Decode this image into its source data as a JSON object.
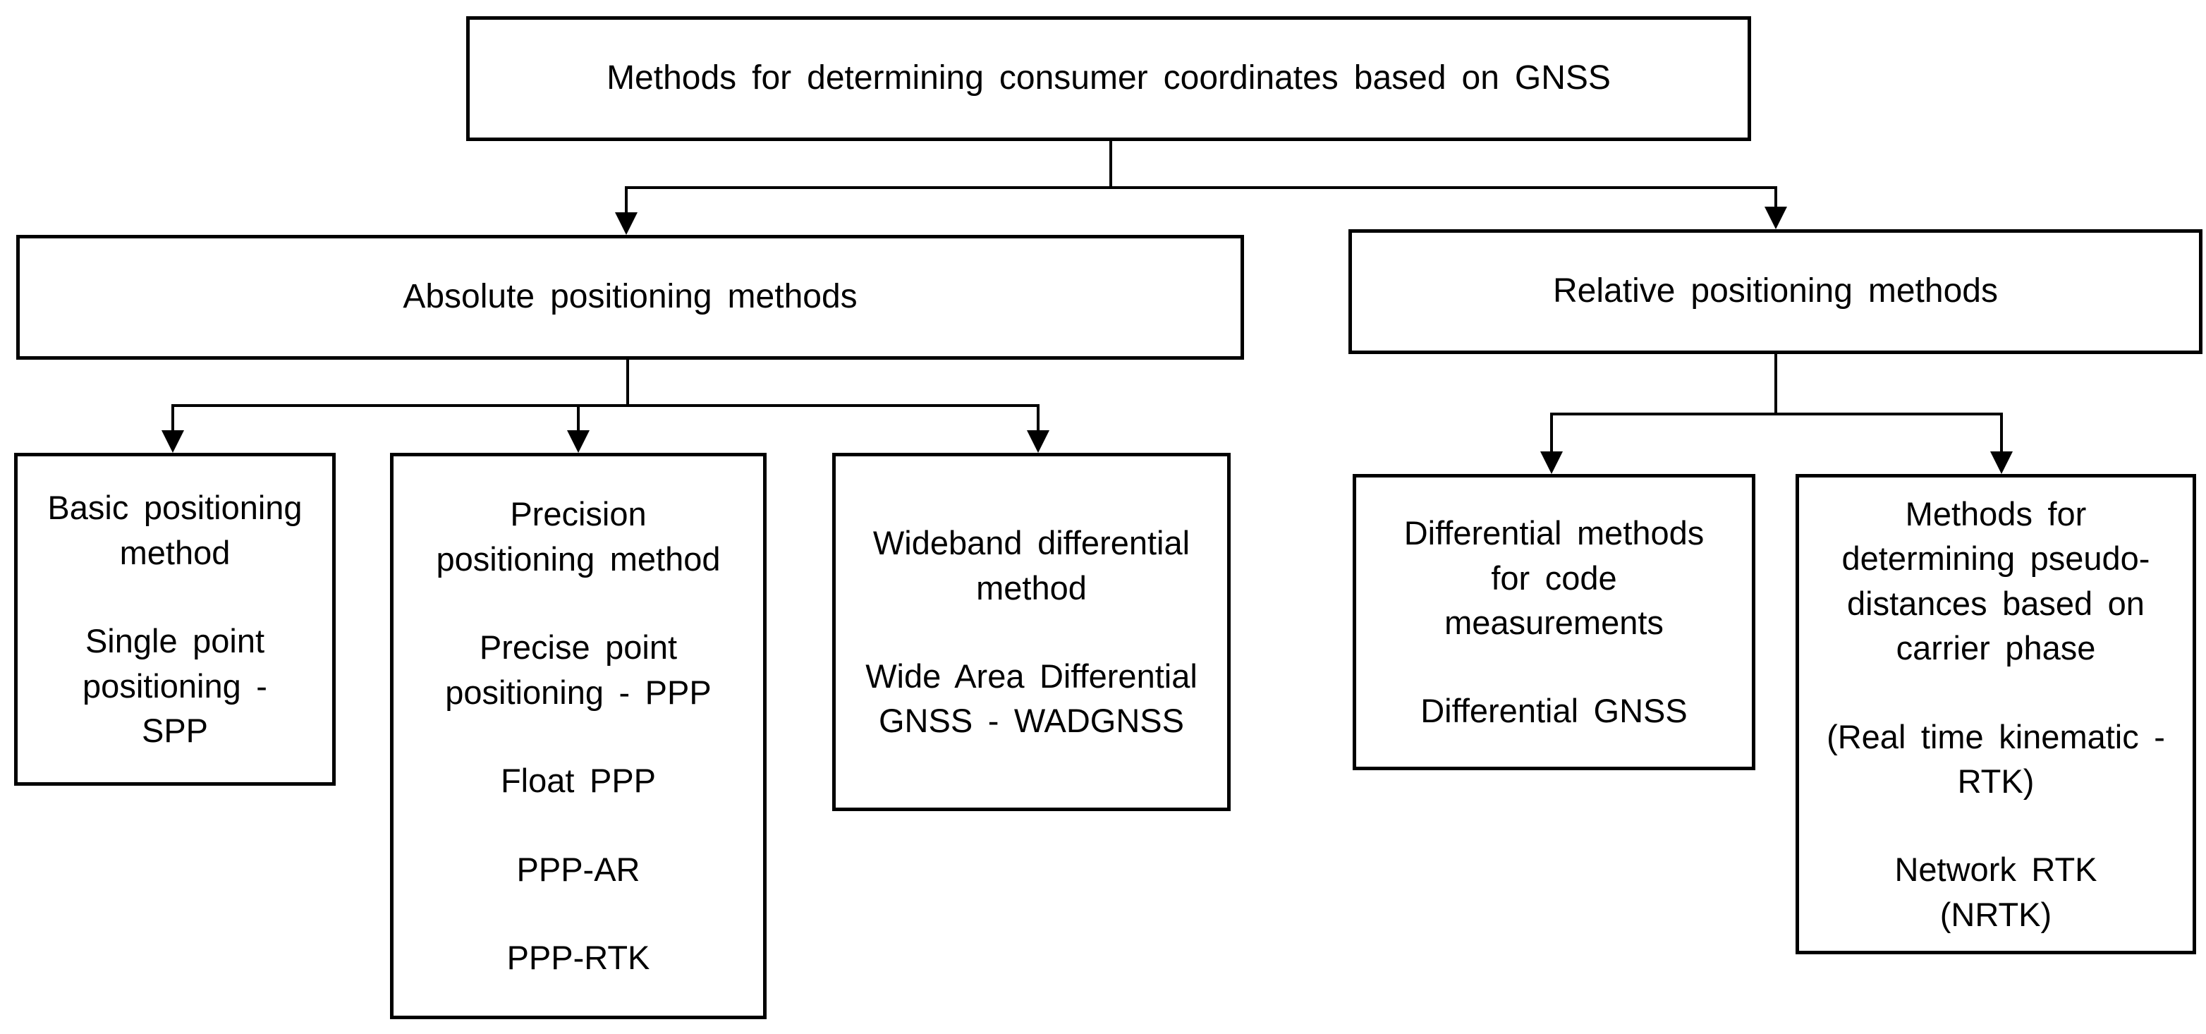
{
  "diagram": {
    "title": "Methods for determining consumer coordinates based on GNSS",
    "nodes": {
      "root": {
        "text": "Methods for determining consumer coordinates based on GNSS"
      },
      "absolute": {
        "text": "Absolute positioning methods"
      },
      "relative": {
        "text": "Relative positioning methods"
      },
      "basic": {
        "p": [
          "Basic positioning\nmethod",
          "Single point\npositioning -\nSPP"
        ]
      },
      "precision": {
        "p": [
          "Precision\npositioning method",
          "Precise point\npositioning - PPP",
          "Float PPP",
          "PPP-AR",
          "PPP-RTK"
        ]
      },
      "wideband": {
        "p": [
          "Wideband differential\nmethod",
          "Wide Area Differential\nGNSS - WADGNSS"
        ]
      },
      "diffcode": {
        "p": [
          "Differential methods\nfor code\nmeasurements",
          "Differential GNSS"
        ]
      },
      "carrier": {
        "p": [
          "Methods for\ndetermining pseudo-\ndistances based on\ncarrier phase",
          "(Real time kinematic -\nRTK)",
          "Network RTK\n(NRTK)"
        ]
      }
    },
    "edges": [
      {
        "from": "root",
        "to": "absolute"
      },
      {
        "from": "root",
        "to": "relative"
      },
      {
        "from": "absolute",
        "to": "basic"
      },
      {
        "from": "absolute",
        "to": "precision"
      },
      {
        "from": "absolute",
        "to": "wideband"
      },
      {
        "from": "relative",
        "to": "diffcode"
      },
      {
        "from": "relative",
        "to": "carrier"
      }
    ],
    "colors": {
      "background": "#ffffff",
      "border": "#000000",
      "line": "#000000",
      "text": "#000000"
    }
  }
}
